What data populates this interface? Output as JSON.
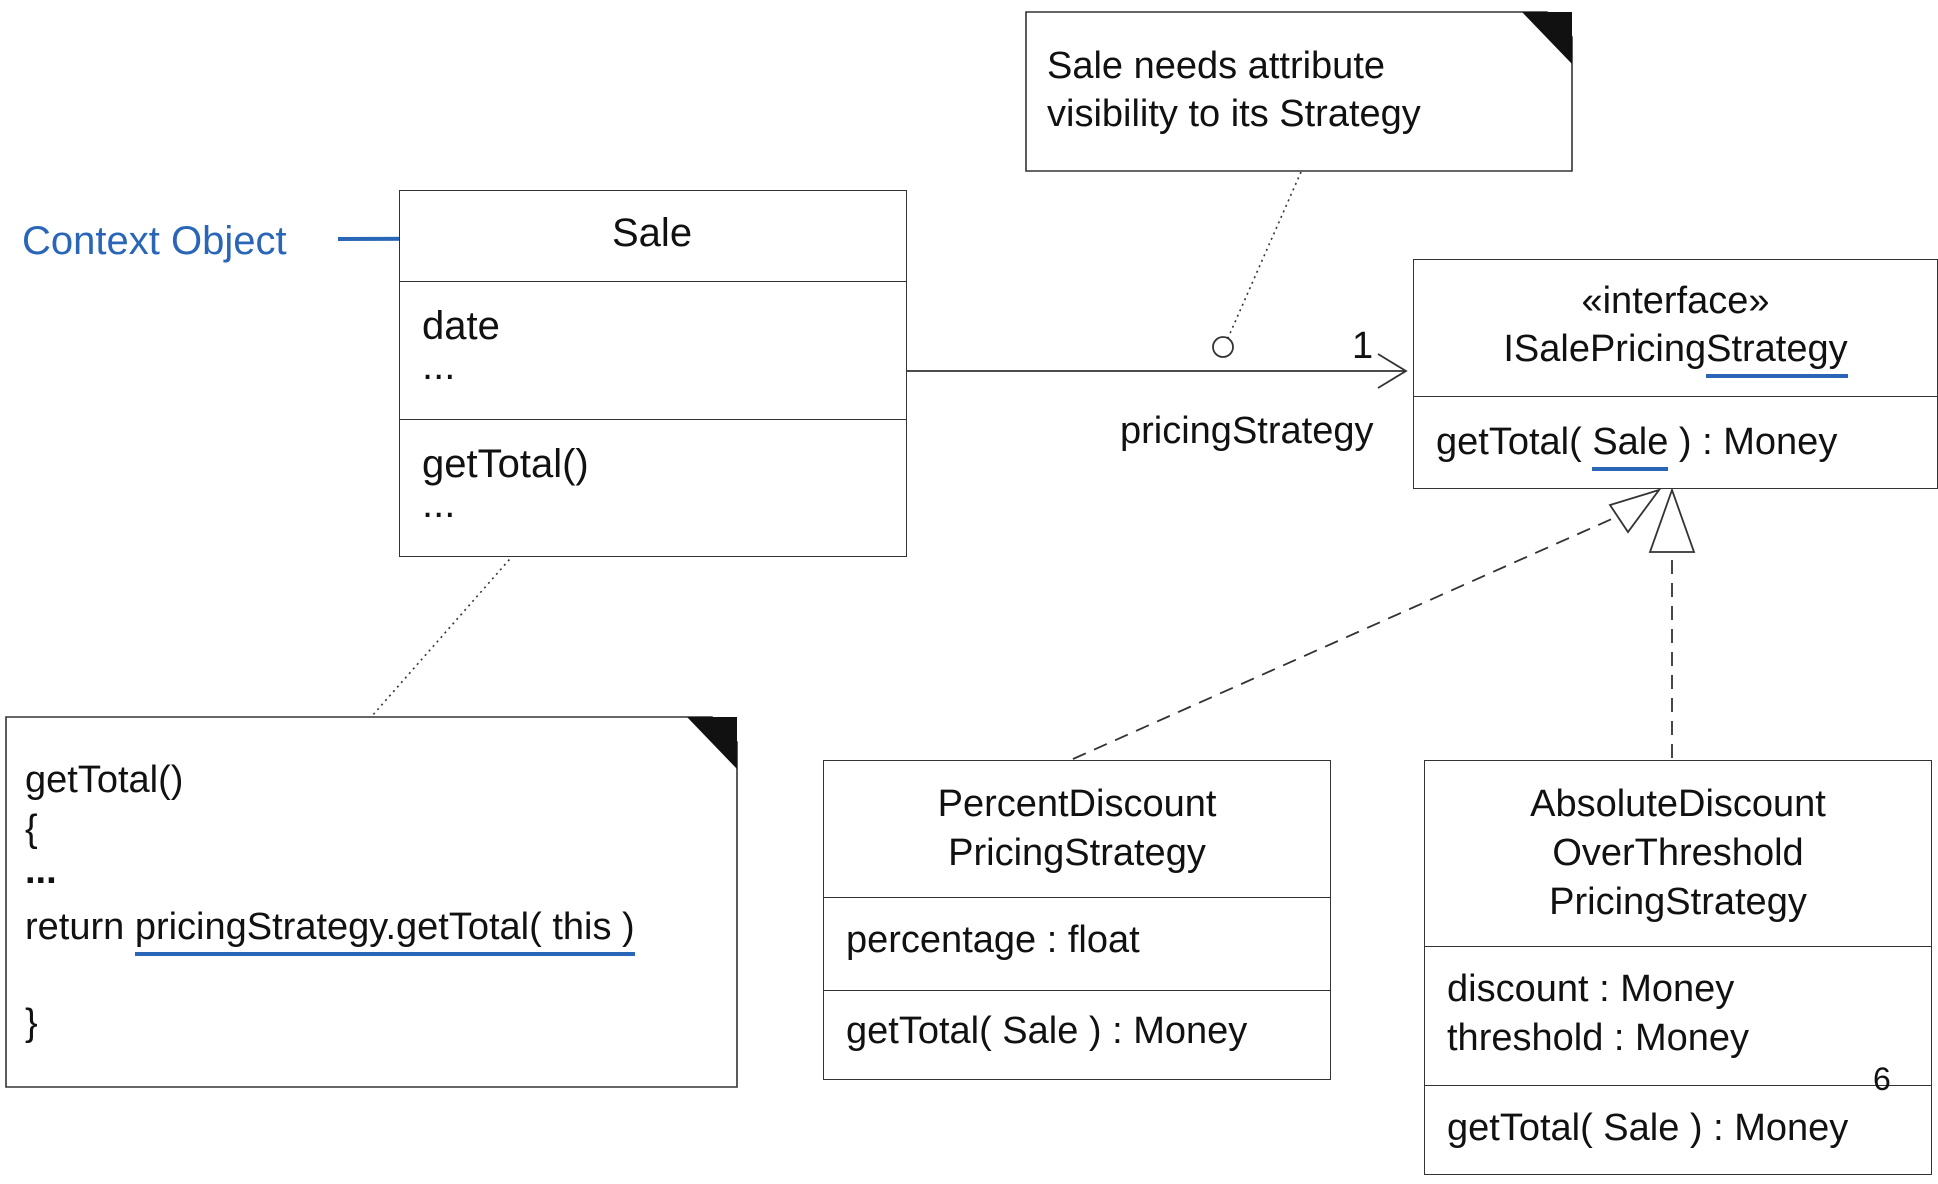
{
  "context_label": "Context Object",
  "sale": {
    "name": "Sale",
    "attr1": "date",
    "attr2": "...",
    "op1": "getTotal()",
    "op2": "..."
  },
  "note_top": {
    "line1": "Sale needs attribute",
    "line2": "visibility to its Strategy"
  },
  "note_bottom": {
    "line1": "getTotal()",
    "line2": "{",
    "line3": "...",
    "line4_prefix": "return ",
    "line4_code": "pricingStrategy.getTotal( this )",
    "line5": "}"
  },
  "association": {
    "multiplicity": "1",
    "role": "pricingStrategy"
  },
  "interface": {
    "stereotype": "«interface»",
    "name_a": "ISalePricing",
    "name_b": "Strategy",
    "op_prefix": "getTotal( ",
    "op_param": "Sale",
    "op_suffix": " ) : Money"
  },
  "percent": {
    "name1": "PercentDiscount",
    "name2": "PricingStrategy",
    "attr": "percentage : float",
    "op": "getTotal( Sale ) : Money"
  },
  "absolute": {
    "name1": "AbsoluteDiscount",
    "name2": "OverThreshold",
    "name3": "PricingStrategy",
    "attr1": "discount : Money",
    "attr2": "threshold : Money",
    "op": "getTotal( Sale ) : Money"
  },
  "page_number": "6",
  "colors": {
    "accent": "#2a66b8",
    "line": "#333333"
  }
}
